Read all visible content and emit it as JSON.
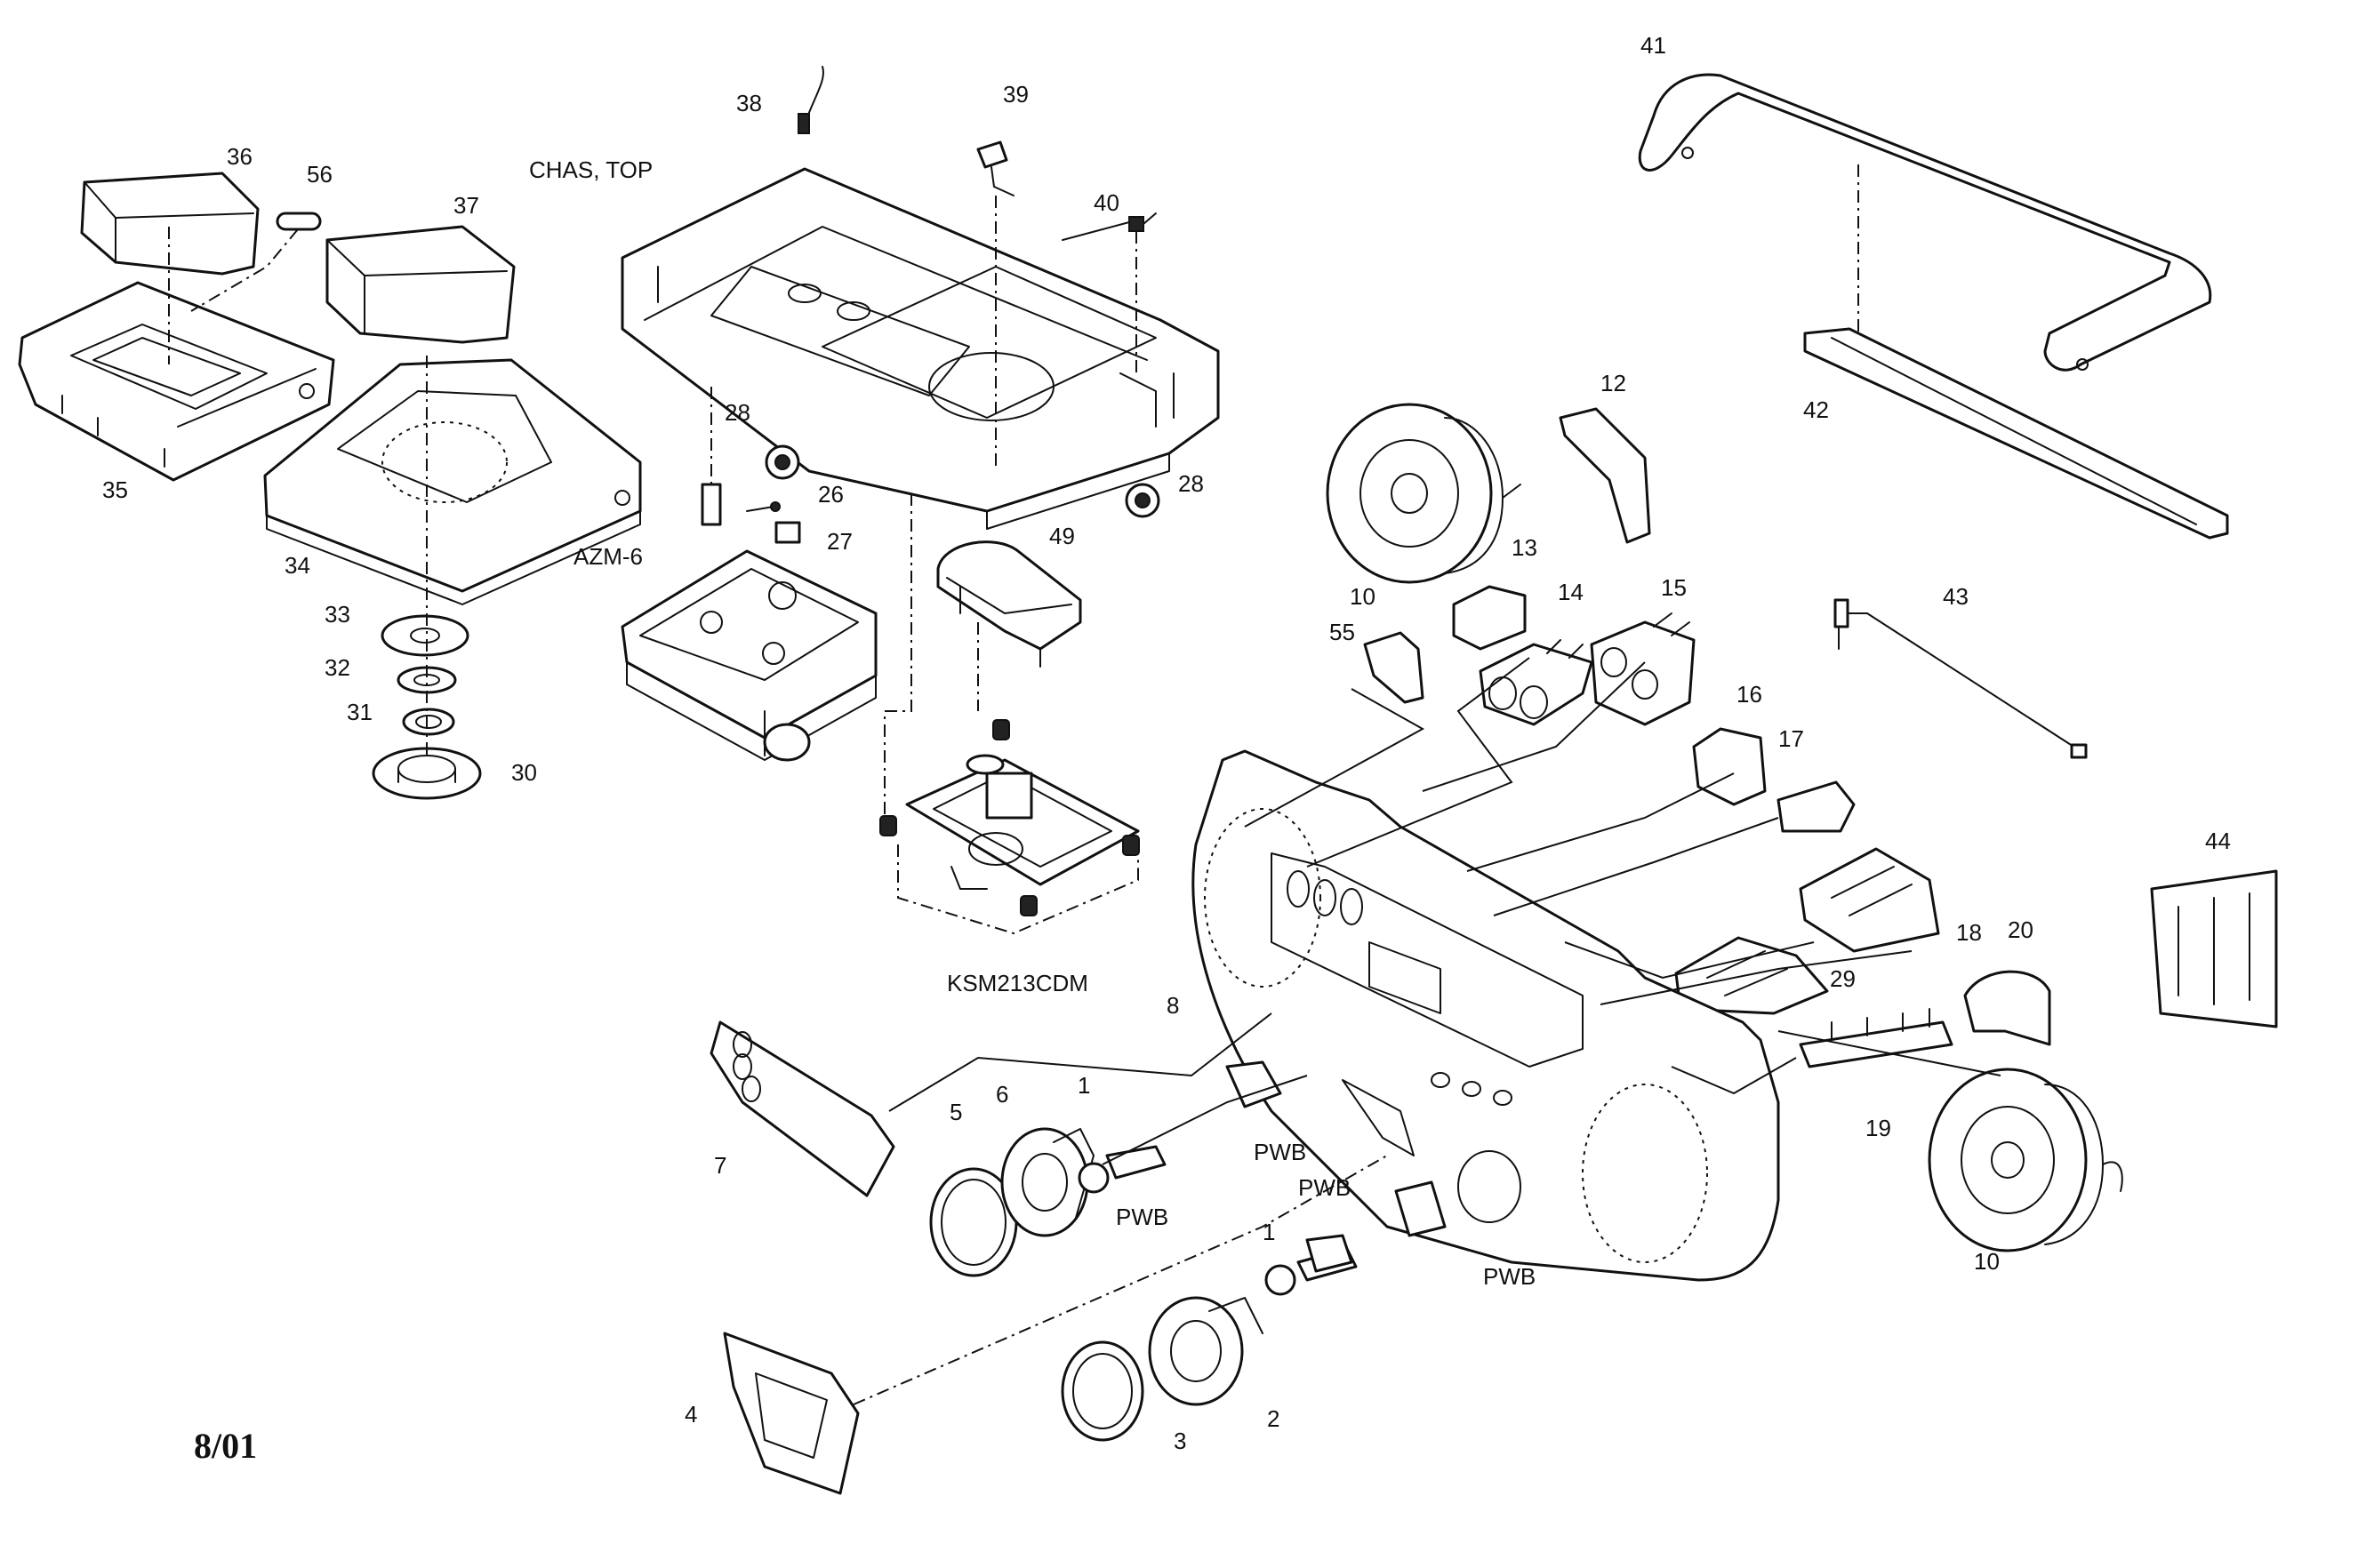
{
  "labels": {
    "p1a": "1",
    "p1b": "1",
    "p2": "2",
    "p3": "3",
    "p4": "4",
    "p5": "5",
    "p6": "6",
    "p7": "7",
    "p8": "8",
    "p10a": "10",
    "p10b": "10",
    "p12": "12",
    "p13": "13",
    "p14": "14",
    "p15": "15",
    "p16": "16",
    "p17": "17",
    "p18": "18",
    "p19": "19",
    "p20": "20",
    "p26": "26",
    "p27": "27",
    "p28a": "28",
    "p28b": "28",
    "p29": "29",
    "p30": "30",
    "p31": "31",
    "p32": "32",
    "p33": "33",
    "p34": "34",
    "p35": "35",
    "p36": "36",
    "p37": "37",
    "p38": "38",
    "p39": "39",
    "p40": "40",
    "p41": "41",
    "p42": "42",
    "p43": "43",
    "p44": "44",
    "p49": "49",
    "p55": "55",
    "p56": "56",
    "chas_top": "CHAS, TOP",
    "azm": "AZM-6",
    "ksm": "KSM213CDM",
    "pwb1": "PWB",
    "pwb2": "PWB",
    "pwb3": "PWB",
    "pwb4": "PWB"
  },
  "date_code": "8/01"
}
